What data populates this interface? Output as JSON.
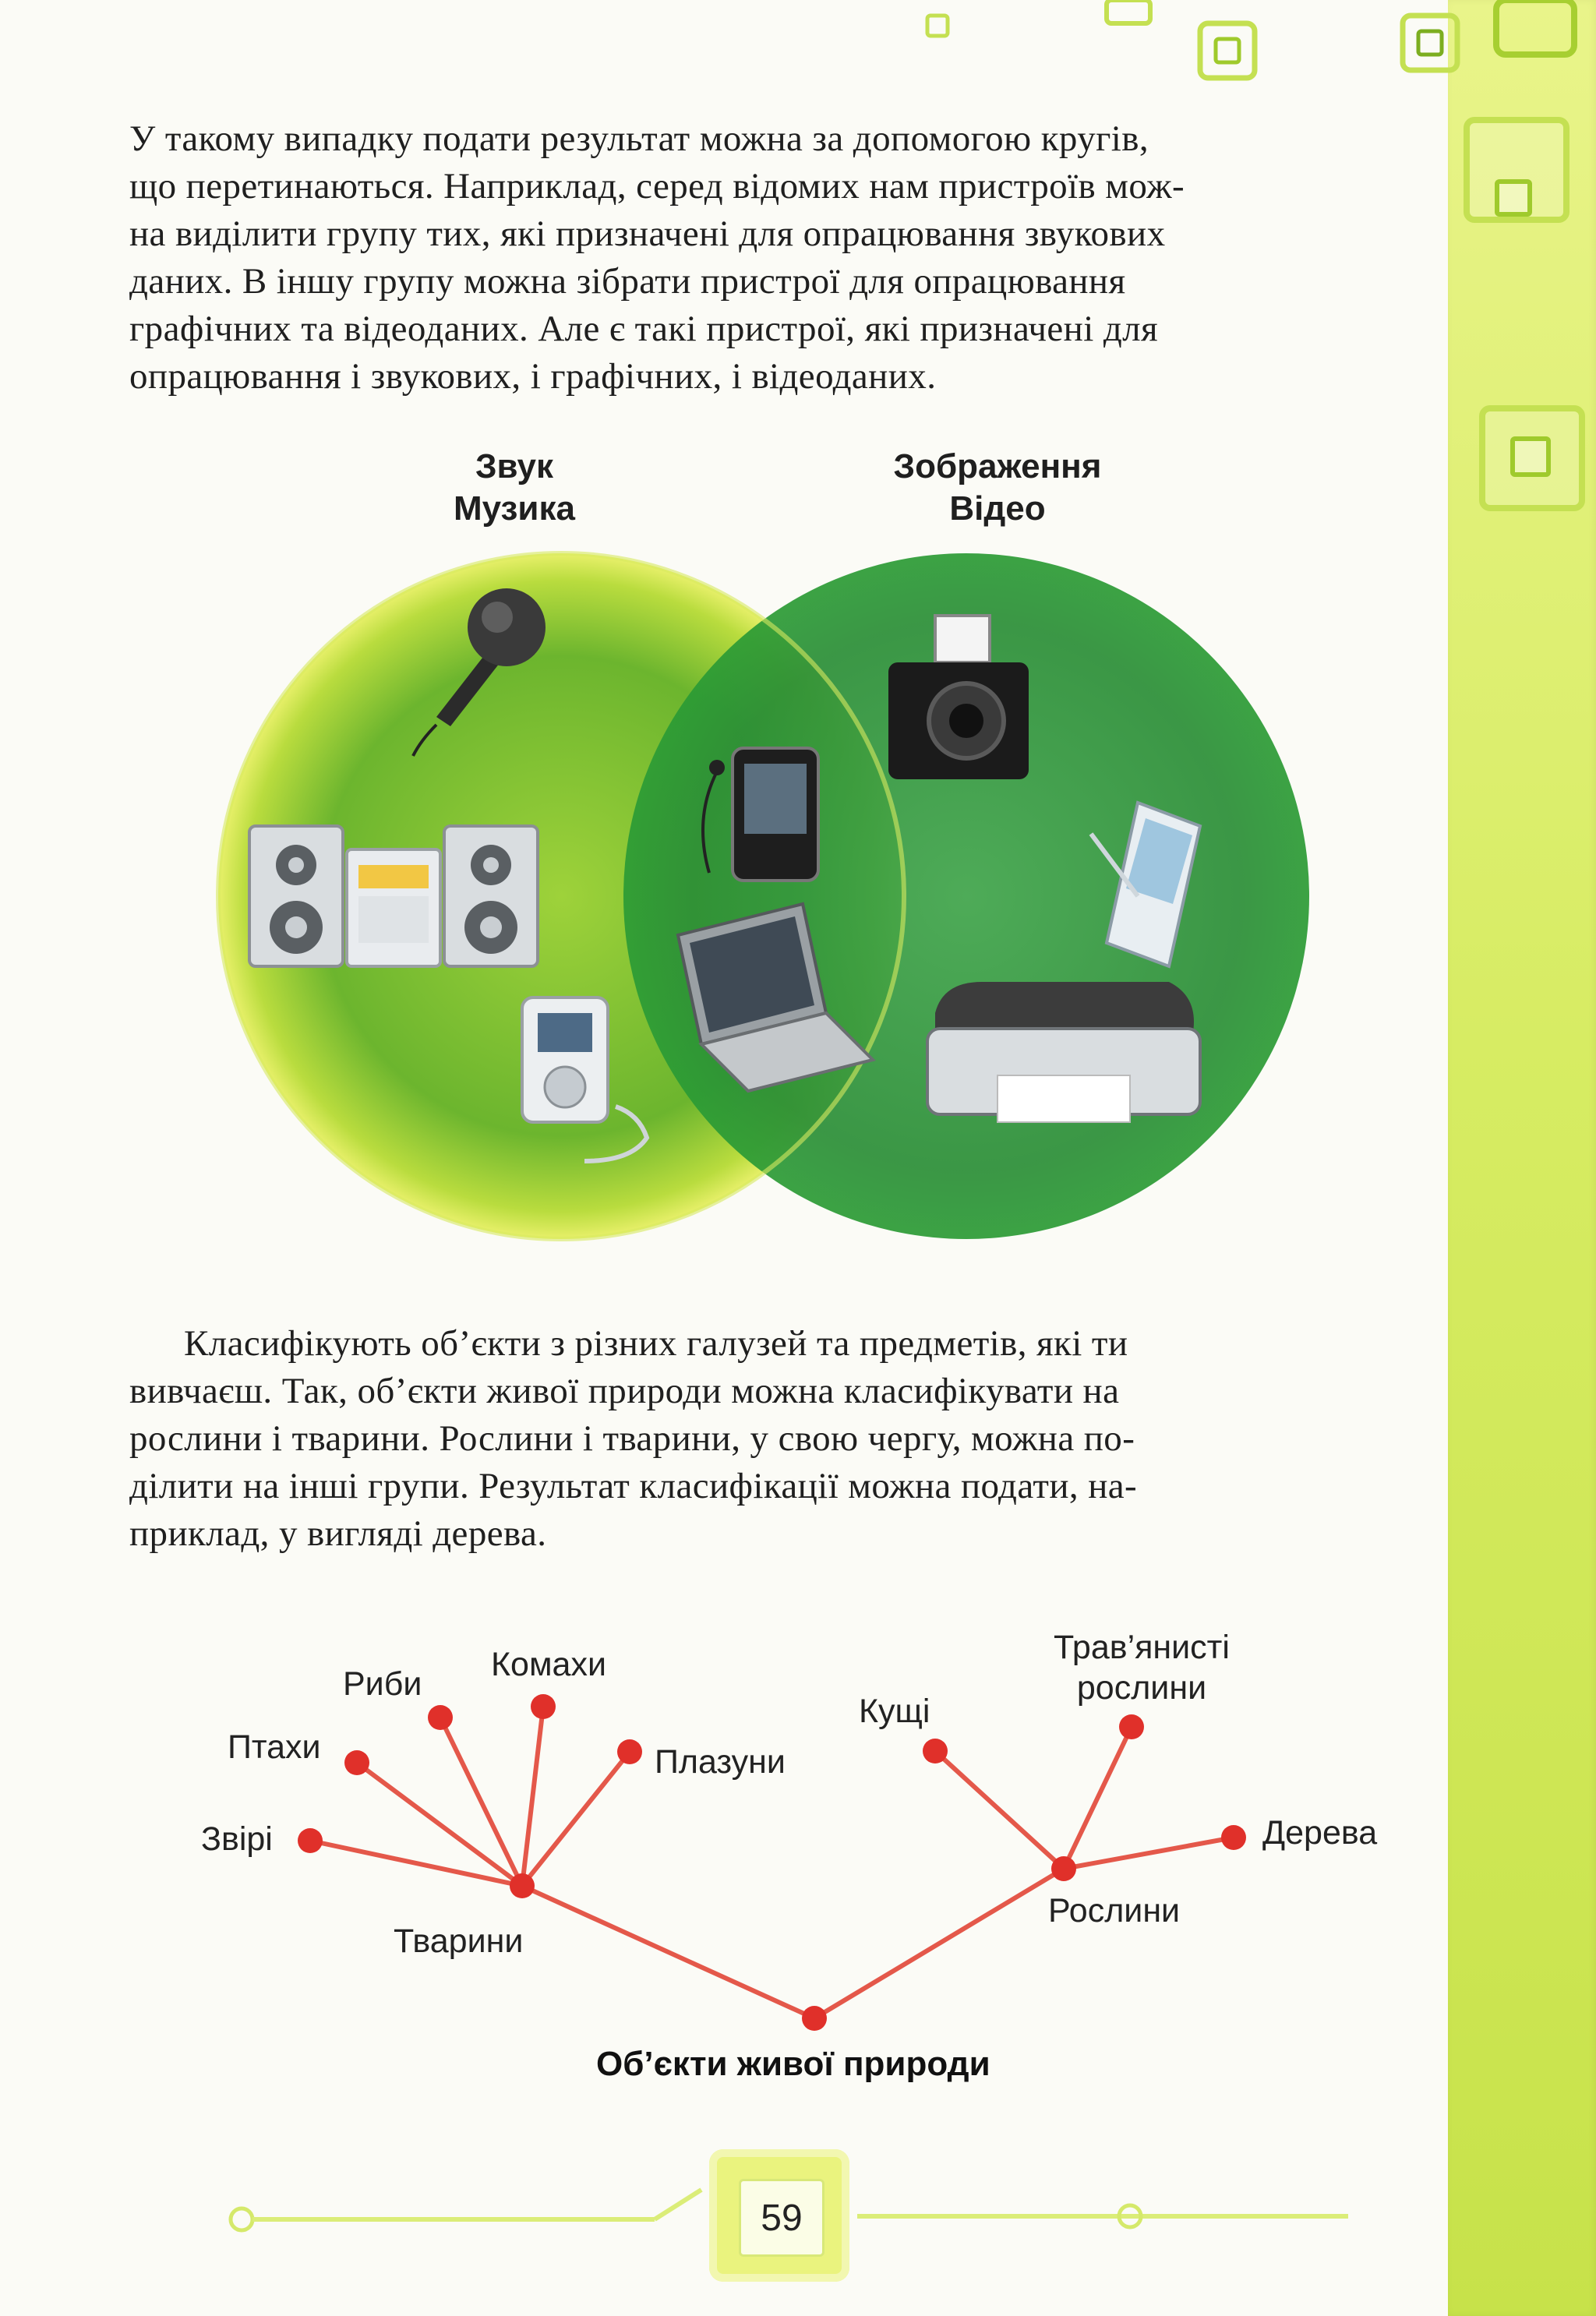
{
  "paragraph_1": {
    "lines": [
      "У такому випадку подати результат можна за допомогою кругів,",
      "що перетинаються. Наприклад, серед відомих нам пристроїв мож-",
      "на виділити групу тих, які призначені для опрацювання звукових",
      "даних. В іншу групу можна зібрати пристрої для опрацювання",
      "графічних та відеоданих. Але є такі пристрої, які призначені для",
      "опрацювання і звукових, і графічних, і відеоданих."
    ]
  },
  "venn": {
    "left_title": "Звук",
    "left_subtitle": "Музика",
    "right_title": "Зображення",
    "right_subtitle": "Відео",
    "left_devices": [
      "microphone-icon",
      "stereo-system-icon",
      "mp3-player-icon"
    ],
    "shared_devices": [
      "media-player-icon",
      "laptop-icon"
    ],
    "right_devices": [
      "camera-icon",
      "pda-icon",
      "printer-icon"
    ],
    "colors": {
      "left": "#a9d63a",
      "right": "#2f9a3a",
      "edge": "#e8f06a"
    }
  },
  "paragraph_2": {
    "lines": [
      "Класифікують об’єкти з різних галузей та предметів, які ти",
      "вивчаєш. Так, об’єкти живої природи можна класифікувати на",
      "рослини і тварини. Рослини і тварини, у свою чергу, можна по-",
      "ділити на інші групи. Результат класифікації можна подати, на-",
      "приклад, у вигляді дерева."
    ]
  },
  "tree": {
    "root": "Об’єкти живої природи",
    "animals": {
      "label": "Тварини",
      "children": [
        "Звірі",
        "Птахи",
        "Риби",
        "Комахи",
        "Плазуни"
      ]
    },
    "plants": {
      "label": "Рослини",
      "children": [
        "Кущі",
        "Трав’янисті",
        "рослини",
        "Дерева"
      ]
    },
    "line_color": "#e4584a",
    "node_color": "#e0302a"
  },
  "page_number": "59"
}
